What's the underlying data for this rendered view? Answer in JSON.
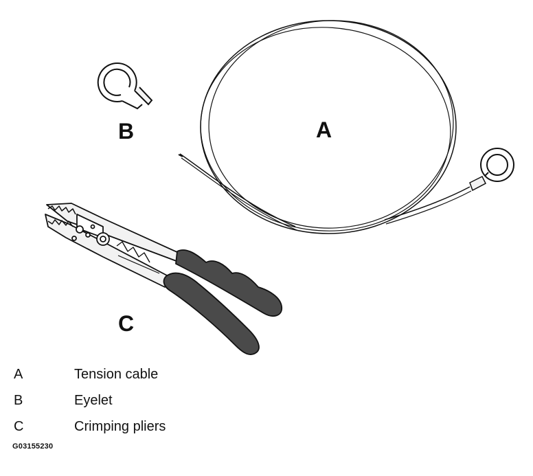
{
  "callouts": {
    "a": "A",
    "b": "B",
    "c": "C"
  },
  "legend": [
    {
      "key": "A",
      "description": "Tension cable"
    },
    {
      "key": "B",
      "description": "Eyelet"
    },
    {
      "key": "C",
      "description": "Crimping pliers"
    }
  ],
  "figure_id": "G03155230",
  "colors": {
    "line": "#111111",
    "grip": "#4a4a4a",
    "metal": "#f2f2f2",
    "background": "#ffffff"
  }
}
